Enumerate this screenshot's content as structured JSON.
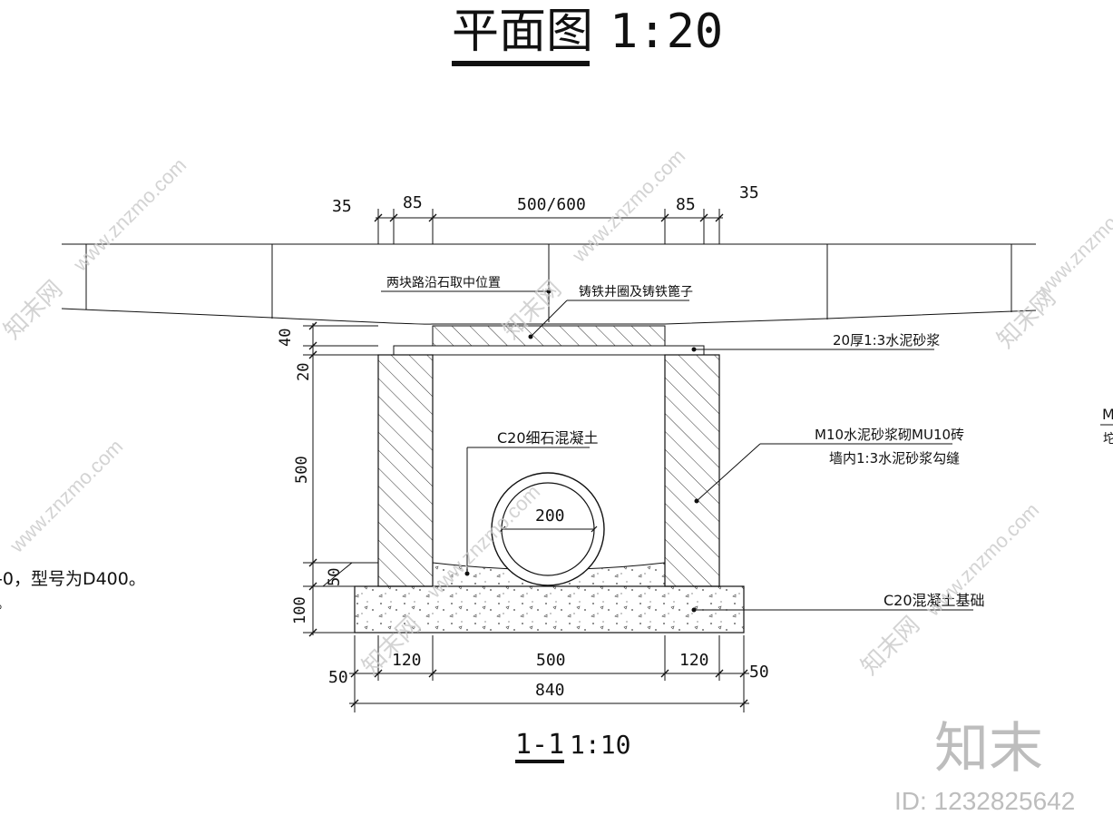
{
  "titles": {
    "plan_title": "平面图",
    "plan_scale": "1:20",
    "section_title": "1-1",
    "section_scale": "1:10"
  },
  "top_dims": [
    "35",
    "85",
    "500/600",
    "85",
    "35"
  ],
  "vertical_dims": [
    "40",
    "20",
    "500",
    "50",
    "100"
  ],
  "bottom_dims": [
    "50",
    "120",
    "500",
    "120",
    "50"
  ],
  "total_dim": "840",
  "pipe_dim": "200",
  "callouts": {
    "curb_center": "两块路沿石取中位置",
    "cast_iron_frame": "铸铁井圈及铸铁篦子",
    "mortar_bed": "20厚1:3水泥砂浆",
    "fine_concrete": "C20细石混凝土",
    "brick_wall_line1": "M10水泥砂浆砌MU10砖",
    "brick_wall_line2": "墙内1:3水泥砂浆勾缝",
    "concrete_base": "C20混凝土基础"
  },
  "side_note": "-0，型号为D400。",
  "side_note2": "。",
  "right_edge_fragment1": "M",
  "right_edge_fragment2": "坨",
  "watermark": {
    "site": "www.znzmo.com",
    "cn": "知末网",
    "logo": "知末",
    "id_label": "ID: 1232825642"
  }
}
